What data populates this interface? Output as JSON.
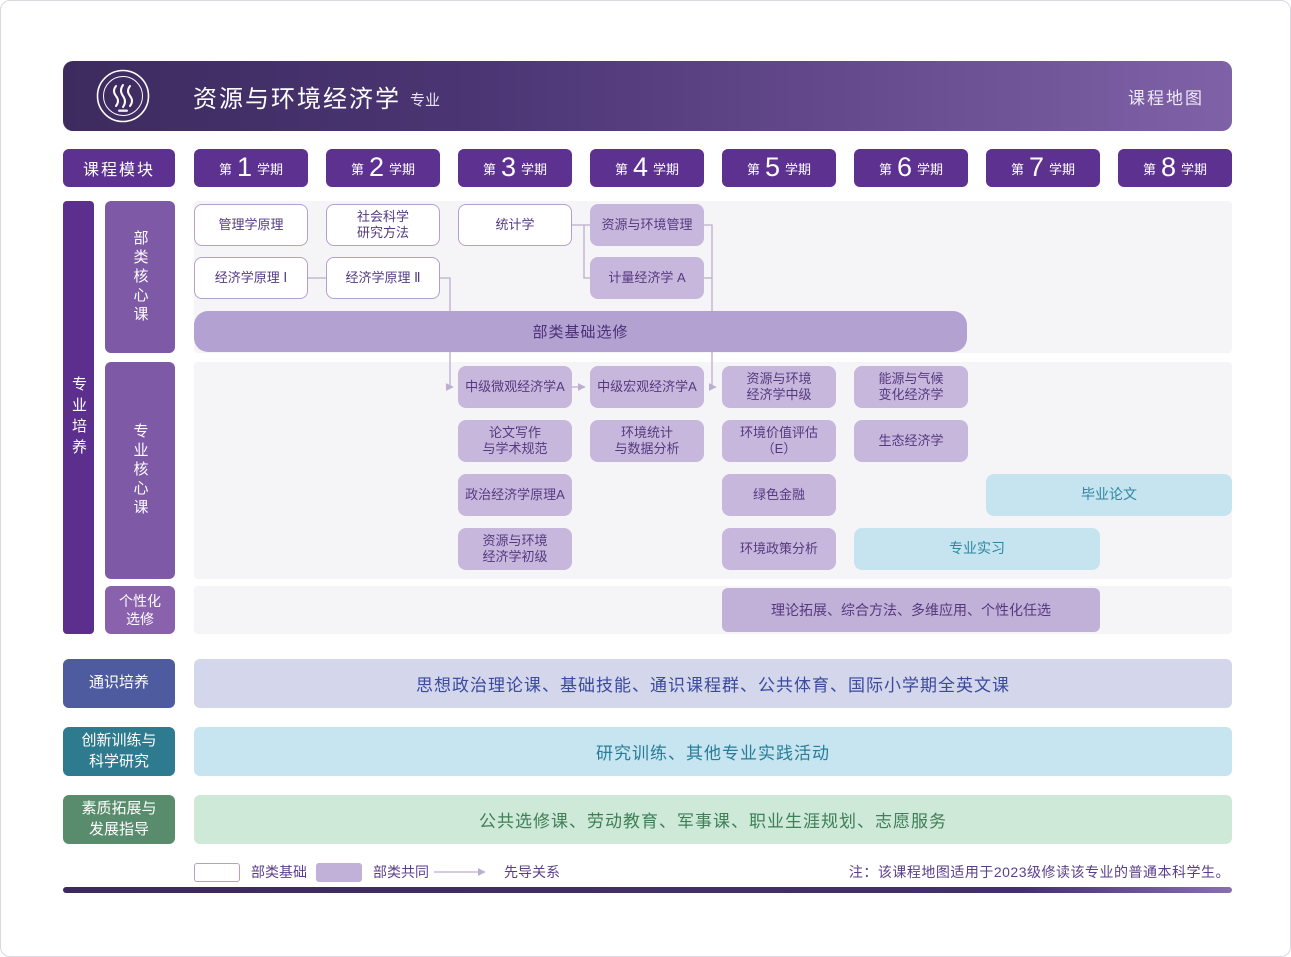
{
  "header": {
    "title": "资源与环境经济学",
    "subtitle": "专业",
    "right_label": "课程地图",
    "logo": "university-seal"
  },
  "modules_label": "课程模块",
  "semesters": [
    {
      "pre": "第",
      "n": "1",
      "post": "学期"
    },
    {
      "pre": "第",
      "n": "2",
      "post": "学期"
    },
    {
      "pre": "第",
      "n": "3",
      "post": "学期"
    },
    {
      "pre": "第",
      "n": "4",
      "post": "学期"
    },
    {
      "pre": "第",
      "n": "5",
      "post": "学期"
    },
    {
      "pre": "第",
      "n": "6",
      "post": "学期"
    },
    {
      "pre": "第",
      "n": "7",
      "post": "学期"
    },
    {
      "pre": "第",
      "n": "8",
      "post": "学期"
    }
  ],
  "sidebar": {
    "main": "专业培养",
    "core_group": "部类核心课",
    "major_group": "专业核心课",
    "elective_group": "个性化\n选修"
  },
  "courses": {
    "mgmt": "管理学原理",
    "social_science": "社会科学\n研究方法",
    "statistics": "统计学",
    "resource_mgmt": "资源与环境管理",
    "econ1": "经济学原理 Ⅰ",
    "econ2": "经济学原理 Ⅱ",
    "econometrics": "计量经济学 A",
    "foundation_band": "部类基础选修",
    "micro": "中级微观经济学A",
    "macro": "中级宏观经济学A",
    "ree_intermediate": "资源与环境\n经济学中级",
    "energy_climate": "能源与气候\n变化经济学",
    "paper_writing": "论文写作\n与学术规范",
    "env_statistics": "环境统计\n与数据分析",
    "env_valuation": "环境价值评估\n（E）",
    "ecological_econ": "生态经济学",
    "political_econ": "政治经济学原理A",
    "green_finance": "绿色金融",
    "thesis": "毕业论文",
    "ree_elementary": "资源与环境\n经济学初级",
    "env_policy": "环境政策分析",
    "internship": "专业实习",
    "personalized_band": "理论拓展、综合方法、多维应用、个性化任选"
  },
  "bottom_rows": [
    {
      "label": "通识培养",
      "content": "思想政治理论课、基础技能、通识课程群、公共体育、国际小学期全英文课"
    },
    {
      "label": "创新训练与\n科学研究",
      "content": "研究训练、其他专业实践活动"
    },
    {
      "label": "素质拓展与\n发展指导",
      "content": "公共选修课、劳动教育、军事课、职业生涯规划、志愿服务"
    }
  ],
  "legend": {
    "foundation": "部类基础",
    "common": "部类共同",
    "precedence": "先导关系"
  },
  "note": "注：该课程地图适用于2023级修读该专业的普通本科学生。",
  "colors": {
    "header_dark": "#3d2b5f",
    "header_light": "#7f61a7",
    "semester_purple": "#5d3190",
    "group_purple": "#7d59a6",
    "course_fill": "#c8b7dd",
    "band_fill": "#b3a2d1",
    "practice_blue": "#c5e4ef",
    "general_label": "#4e5b9e",
    "general_band": "#d4d6ec",
    "innovation_label": "#2e7a8e",
    "innovation_band": "#c6e5f1",
    "quality_label": "#588c6d",
    "quality_band": "#cfe9d8",
    "wire": "#bcaed0"
  }
}
